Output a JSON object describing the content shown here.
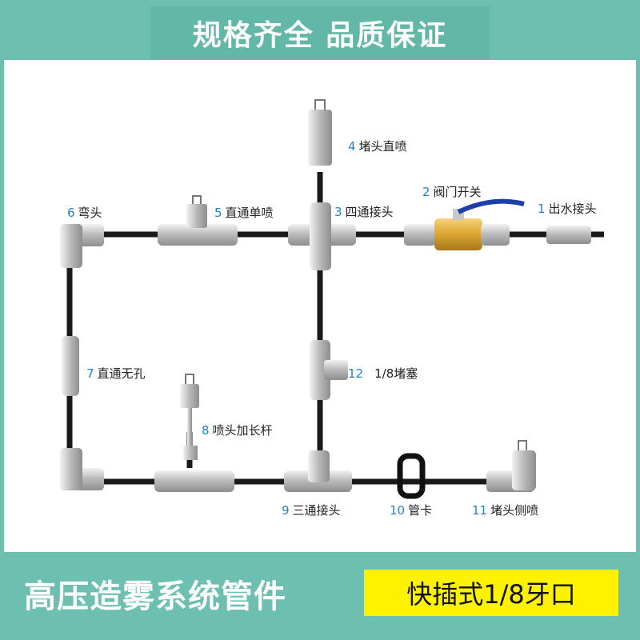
{
  "header": {
    "title": "规格齐全  品质保证"
  },
  "parts": [
    {
      "num": "1",
      "name": "出水接头"
    },
    {
      "num": "2",
      "name": "阀门开关"
    },
    {
      "num": "3",
      "name": "四通接头"
    },
    {
      "num": "4",
      "name": "堵头直喷"
    },
    {
      "num": "5",
      "name": "直通单喷"
    },
    {
      "num": "6",
      "name": "弯头"
    },
    {
      "num": "7",
      "name": "直通无孔"
    },
    {
      "num": "8",
      "name": "喷头加长杆"
    },
    {
      "num": "9",
      "name": "三通接头"
    },
    {
      "num": "10",
      "name": "管卡"
    },
    {
      "num": "11",
      "name": "堵头侧喷"
    },
    {
      "num": "12",
      "name": "1/8堵塞"
    }
  ],
  "footer": {
    "title": "高压造雾系统管件",
    "badge": "快插式1/8牙口"
  },
  "colors": {
    "brand": "#6dbfb0",
    "badge": "#fff200",
    "pipe": "#1a1a1a",
    "metal": "#c9c9c9",
    "brass": "#d9a531",
    "label_number": "#2a7fc4"
  }
}
